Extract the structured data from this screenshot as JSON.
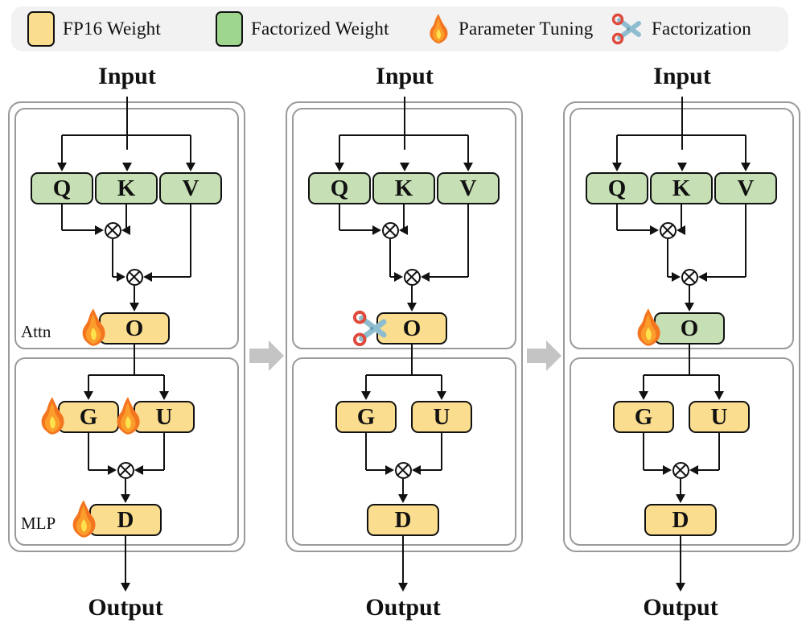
{
  "legend": {
    "items": [
      {
        "icon": "fp16-weight-swatch",
        "label": "FP16 Weight",
        "color": "#fadd8e"
      },
      {
        "icon": "factorized-weight-swatch",
        "label": "Factorized Weight",
        "color": "#9fd68f"
      },
      {
        "icon": "fire-icon",
        "label": "Parameter Tuning",
        "color": "#f7931e"
      },
      {
        "icon": "scissors-icon",
        "label": "Factorization",
        "color": "#e04a3c"
      }
    ],
    "background": "#f2f2f2"
  },
  "colors": {
    "fp16": "#fadd8e",
    "factorized": "#c6dfb4",
    "legend_factorized": "#9fd68f",
    "panel_border": "#9a9a9a",
    "wire": "#111111",
    "step_arrow": "#c4c4c4"
  },
  "step_arrows": [
    {
      "name": "step-arrow-1-to-2"
    },
    {
      "name": "step-arrow-2-to-3"
    }
  ],
  "panels": [
    {
      "id": "panel-1",
      "input_label": "Input",
      "output_label": "Output",
      "attn": {
        "label": "Attn",
        "nodes": [
          {
            "name": "q-node",
            "label": "Q",
            "type": "factorized",
            "icon": null
          },
          {
            "name": "k-node",
            "label": "K",
            "type": "factorized",
            "icon": null
          },
          {
            "name": "v-node",
            "label": "V",
            "type": "factorized",
            "icon": null
          },
          {
            "name": "o-node",
            "label": "O",
            "type": "fp16",
            "icon": "fire-icon"
          }
        ],
        "mul_nodes": [
          "qk-multiply-node",
          "av-multiply-node"
        ]
      },
      "mlp": {
        "label": "MLP",
        "nodes": [
          {
            "name": "g-node",
            "label": "G",
            "type": "fp16",
            "icon": "fire-icon"
          },
          {
            "name": "u-node",
            "label": "U",
            "type": "fp16",
            "icon": "fire-icon"
          },
          {
            "name": "d-node",
            "label": "D",
            "type": "fp16",
            "icon": "fire-icon"
          }
        ],
        "mul_nodes": [
          "gu-multiply-node"
        ]
      }
    },
    {
      "id": "panel-2",
      "input_label": "Input",
      "output_label": "Output",
      "attn": {
        "label": "",
        "nodes": [
          {
            "name": "q-node",
            "label": "Q",
            "type": "factorized",
            "icon": null
          },
          {
            "name": "k-node",
            "label": "K",
            "type": "factorized",
            "icon": null
          },
          {
            "name": "v-node",
            "label": "V",
            "type": "factorized",
            "icon": null
          },
          {
            "name": "o-node",
            "label": "O",
            "type": "fp16",
            "icon": "scissors-icon"
          }
        ],
        "mul_nodes": [
          "qk-multiply-node",
          "av-multiply-node"
        ]
      },
      "mlp": {
        "label": "",
        "nodes": [
          {
            "name": "g-node",
            "label": "G",
            "type": "fp16",
            "icon": null
          },
          {
            "name": "u-node",
            "label": "U",
            "type": "fp16",
            "icon": null
          },
          {
            "name": "d-node",
            "label": "D",
            "type": "fp16",
            "icon": null
          }
        ],
        "mul_nodes": [
          "gu-multiply-node"
        ]
      }
    },
    {
      "id": "panel-3",
      "input_label": "Input",
      "output_label": "Output",
      "attn": {
        "label": "",
        "nodes": [
          {
            "name": "q-node",
            "label": "Q",
            "type": "factorized",
            "icon": null
          },
          {
            "name": "k-node",
            "label": "K",
            "type": "factorized",
            "icon": null
          },
          {
            "name": "v-node",
            "label": "V",
            "type": "factorized",
            "icon": null
          },
          {
            "name": "o-node",
            "label": "O",
            "type": "factorized",
            "icon": "fire-icon"
          }
        ],
        "mul_nodes": [
          "qk-multiply-node",
          "av-multiply-node"
        ]
      },
      "mlp": {
        "label": "",
        "nodes": [
          {
            "name": "g-node",
            "label": "G",
            "type": "fp16",
            "icon": null
          },
          {
            "name": "u-node",
            "label": "U",
            "type": "fp16",
            "icon": null
          },
          {
            "name": "d-node",
            "label": "D",
            "type": "fp16",
            "icon": null
          }
        ],
        "mul_nodes": [
          "gu-multiply-node"
        ]
      }
    }
  ]
}
